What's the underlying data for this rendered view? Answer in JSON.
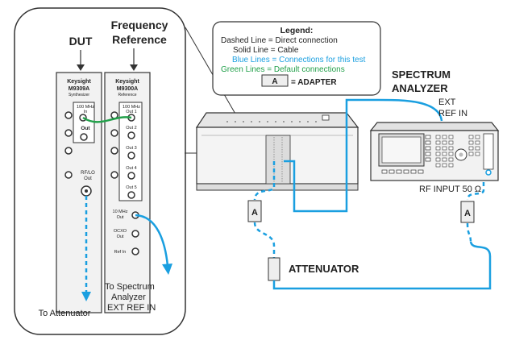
{
  "legend": {
    "title": "Legend:",
    "dashed": "Dashed Line = Direct connection",
    "solid": "Solid Line = Cable",
    "blue": "Blue Lines = Connections for this test",
    "green": "Green Lines = Default connections",
    "adapter_box": "A",
    "adapter_text": "= ADAPTER"
  },
  "colors": {
    "blue": "#1a9fe0",
    "green": "#22a04a",
    "outline": "#333333"
  },
  "dut_label": "DUT",
  "freq_ref_label_1": "Frequency",
  "freq_ref_label_2": "Reference",
  "module1": {
    "brand": "Keysight",
    "model": "M9309A",
    "desc": "Synthesizer",
    "port_in_1": "100 MHz",
    "port_in_2": "In",
    "port_out": "Out",
    "rf_lo_1": "RF/LO",
    "rf_lo_2": "Out"
  },
  "module2": {
    "brand": "Keysight",
    "model": "M9300A",
    "desc": "Reference",
    "out1_1": "100 MHz",
    "out1_2": "Out 1",
    "out2": "Out 2",
    "out3": "Out 3",
    "out4": "Out 4",
    "out5": "Out 5",
    "mhz10_1": "10 MHz",
    "mhz10_2": "Out",
    "ocxo_1": "OCXO",
    "ocxo_2": "Out",
    "refin": "Ref In"
  },
  "to_attenuator": "To Attenuator",
  "to_sa_1": "To Spectrum",
  "to_sa_2": "Analyzer",
  "to_sa_3": "EXT REF IN",
  "sa_label_1": "SPECTRUM",
  "sa_label_2": "ANALYZER",
  "ext_ref_1": "EXT",
  "ext_ref_2": "REF IN",
  "rf_input": "RF INPUT 50 Ω",
  "attenuator": "ATTENUATOR",
  "adapter_left": "A",
  "adapter_right": "A"
}
